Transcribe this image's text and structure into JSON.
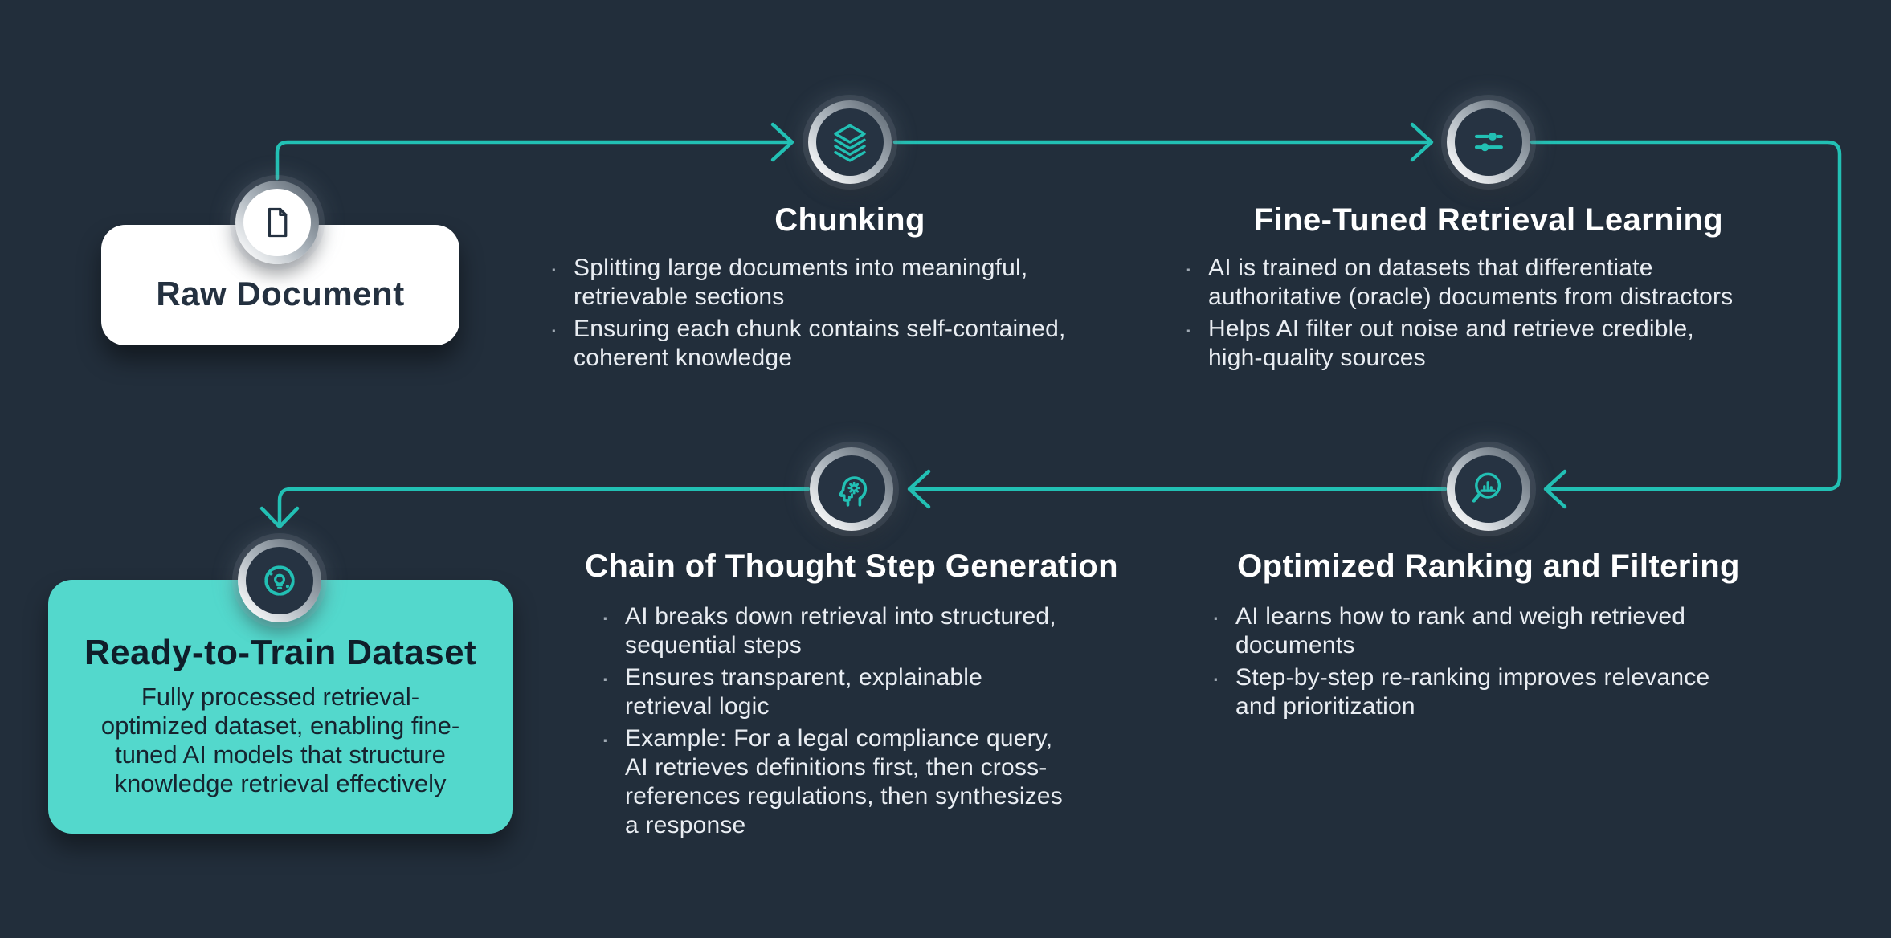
{
  "colors": {
    "background": "#222e3b",
    "accent_teal": "#22c0b4",
    "panel_teal": "#53d8cc",
    "panel_white": "#ffffff",
    "text_light": "#e9edf2",
    "text_dark_navy": "#243140"
  },
  "bullet_char": "·",
  "nodes": {
    "raw_document": {
      "label": "Raw Document",
      "icon": "document-icon"
    },
    "chunking": {
      "title": "Chunking",
      "icon": "layers-icon",
      "bullets": [
        "Splitting large documents into meaningful,\nretrievable sections",
        "Ensuring each chunk contains self-contained,\ncoherent knowledge"
      ]
    },
    "fine_tuned_retrieval_learning": {
      "title": "Fine-Tuned Retrieval Learning",
      "icon": "sliders-icon",
      "bullets": [
        "AI is trained on datasets that differentiate\nauthoritative (oracle) documents from distractors",
        "Helps AI filter out noise and retrieve credible,\nhigh-quality sources"
      ]
    },
    "optimized_ranking_and_filtering": {
      "title": "Optimized Ranking and Filtering",
      "icon": "magnifier-chart-icon",
      "bullets": [
        "AI learns how to rank and weigh retrieved\ndocuments",
        "Step-by-step re-ranking improves relevance\nand prioritization"
      ]
    },
    "chain_of_thought_step_generation": {
      "title": "Chain of Thought Step Generation",
      "icon": "head-gear-icon",
      "bullets": [
        "AI breaks down retrieval into structured,\nsequential steps",
        "Ensures transparent, explainable\nretrieval logic",
        "Example: For a legal compliance query,\nAI retrieves definitions first, then cross-\nreferences regulations, then synthesizes\na response"
      ]
    },
    "ready_to_train_dataset": {
      "title": "Ready-to-Train Dataset",
      "icon": "network-bulb-icon",
      "description": "Fully processed retrieval-\noptimized dataset, enabling fine-\ntuned AI models that structure\nknowledge retrieval effectively"
    }
  }
}
